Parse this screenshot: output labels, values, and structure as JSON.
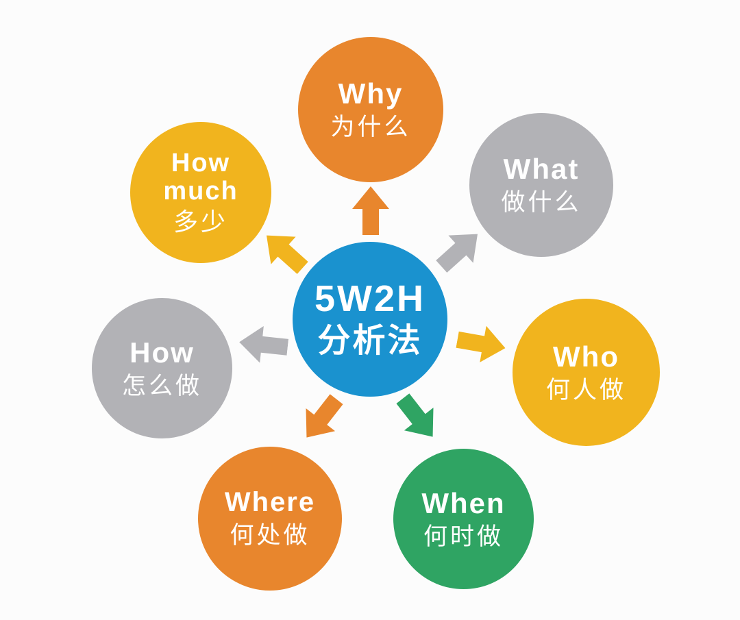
{
  "diagram": {
    "background": "#fcfcfc",
    "center": {
      "title": "5W2H",
      "subtitle": "分析法",
      "color": "#1a92cf"
    },
    "nodes": [
      {
        "id": "why",
        "en": "Why",
        "zh": "为什么",
        "color": "#e8862d",
        "position": "top"
      },
      {
        "id": "what",
        "en": "What",
        "zh": "做什么",
        "color": "#b2b2b6",
        "position": "top-right"
      },
      {
        "id": "who",
        "en": "Who",
        "zh": "何人做",
        "color": "#f1b41e",
        "position": "right"
      },
      {
        "id": "when",
        "en": "When",
        "zh": "何时做",
        "color": "#2fa463",
        "position": "bottom-right"
      },
      {
        "id": "where",
        "en": "Where",
        "zh": "何处做",
        "color": "#e8862d",
        "position": "bottom-left"
      },
      {
        "id": "how",
        "en": "How",
        "zh": "怎么做",
        "color": "#b2b2b6",
        "position": "left"
      },
      {
        "id": "how_much",
        "en": "How much",
        "zh": "多少",
        "color": "#f1b41e",
        "position": "top-left"
      }
    ],
    "arrows": [
      {
        "target": "why",
        "direction": "up",
        "color": "#e8862d"
      },
      {
        "target": "what",
        "direction": "up-right",
        "color": "#b2b2b6"
      },
      {
        "target": "who",
        "direction": "right",
        "color": "#f1b41e"
      },
      {
        "target": "when",
        "direction": "down-right",
        "color": "#2fa463"
      },
      {
        "target": "where",
        "direction": "down-left",
        "color": "#e8862d"
      },
      {
        "target": "how",
        "direction": "left",
        "color": "#b2b2b6"
      },
      {
        "target": "how_much",
        "direction": "up-left",
        "color": "#f1b41e"
      }
    ]
  }
}
